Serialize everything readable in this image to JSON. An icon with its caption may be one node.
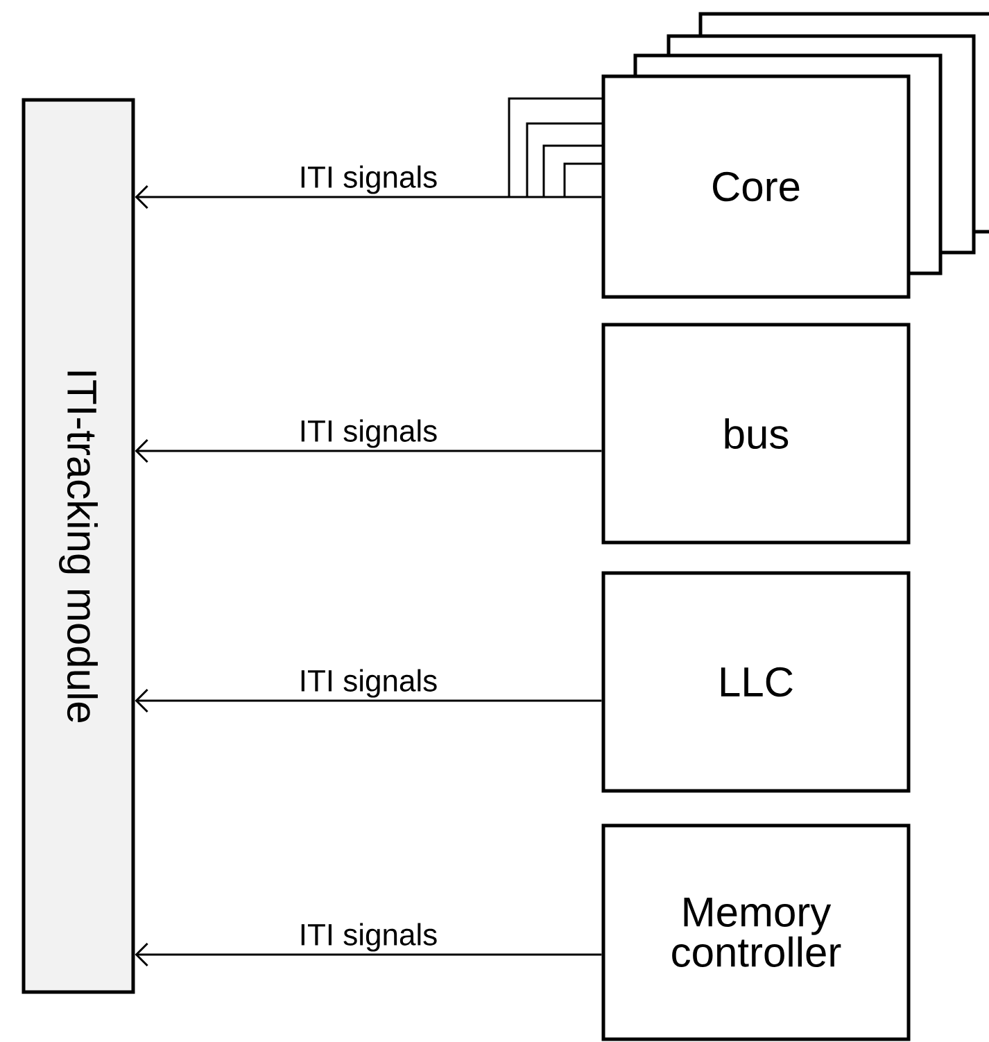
{
  "diagram": {
    "nodes": [
      {
        "text": [
          "ITI-tracking module"
        ]
      },
      {
        "text": [
          "Core"
        ]
      },
      {
        "text": [
          "bus"
        ]
      },
      {
        "text": [
          "LLC"
        ]
      },
      {
        "text": [
          "Memory controller"
        ]
      }
    ],
    "edges": [
      {
        "from": 1,
        "to": 0,
        "arrow": "to",
        "label": "ITI signals"
      },
      {
        "from": 2,
        "to": 0,
        "arrow": "to",
        "label": "ITI signals"
      },
      {
        "from": 3,
        "to": 0,
        "arrow": "to",
        "label": "ITI signals"
      },
      {
        "from": 4,
        "to": 0,
        "arrow": "to",
        "label": "ITI signals"
      }
    ]
  }
}
